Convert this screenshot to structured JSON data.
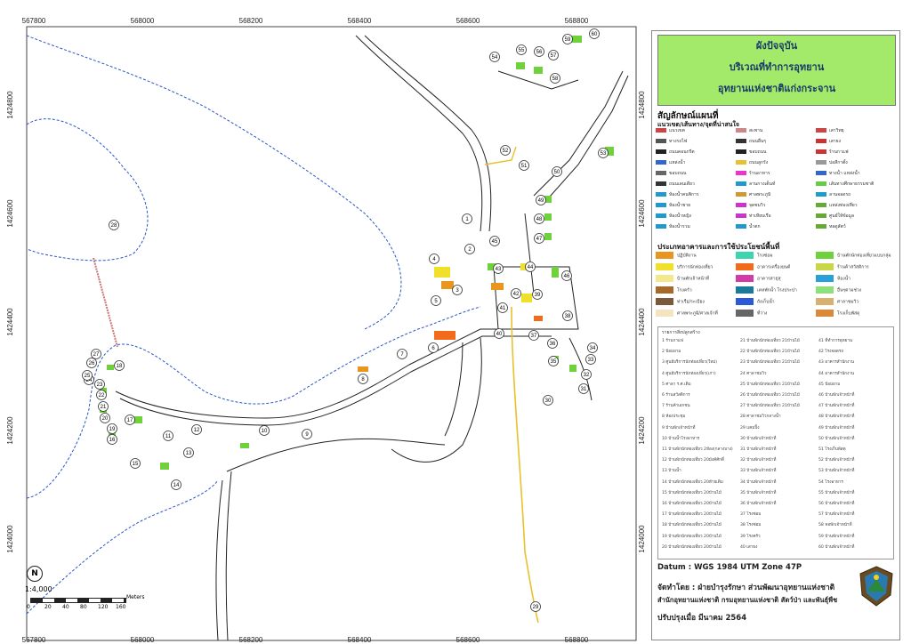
{
  "grid": {
    "x_labels": [
      "567800",
      "568000",
      "568200",
      "568400",
      "568600",
      "568800"
    ],
    "y_labels": [
      "1424800",
      "1424600",
      "1424400",
      "1424200",
      "1424000"
    ]
  },
  "map_numbers": [
    "1",
    "2",
    "3",
    "4",
    "5",
    "6",
    "7",
    "8",
    "9",
    "10",
    "11",
    "12",
    "13",
    "14",
    "15",
    "16",
    "17",
    "18",
    "19",
    "20",
    "21",
    "22",
    "23",
    "24",
    "25",
    "26",
    "27",
    "28",
    "29",
    "30",
    "31",
    "32",
    "33",
    "34",
    "35",
    "36",
    "37",
    "38",
    "39",
    "40",
    "41",
    "42",
    "43",
    "44",
    "45",
    "46",
    "47",
    "48",
    "49",
    "50",
    "51",
    "52",
    "53",
    "54",
    "55",
    "56",
    "57",
    "58",
    "59",
    "60"
  ],
  "north_label": "N",
  "scale": {
    "ratio": "1:4,000",
    "ticks": [
      "0",
      "20",
      "40",
      "80",
      "120",
      "160"
    ],
    "unit": "Meters"
  },
  "title": {
    "line1": "ผังปัจจุบัน",
    "line2": "บริเวณที่ทำการอุทยาน",
    "line3": "อุทยานแห่งชาติแก่งกระจาน"
  },
  "legend": {
    "heading": "สัญลักษณ์แผนที่",
    "subheading": "แนวเขต/เส้นทาง/จุดที่น่าสนใจ",
    "symbols": [
      {
        "label": "แนวเขต",
        "color": "#c44"
      },
      {
        "label": "สะพาน",
        "color": "#c88"
      },
      {
        "label": "เสาวิทยุ",
        "color": "#c44"
      },
      {
        "label": "ทางรถไฟ",
        "color": "#555"
      },
      {
        "label": "ถนนอื่นๆ",
        "color": "#333"
      },
      {
        "label": "เสาธง",
        "color": "#c33"
      },
      {
        "label": "ถนนคอนกรีต",
        "color": "#222"
      },
      {
        "label": "ขอบถนน",
        "color": "#222"
      },
      {
        "label": "ร้านกาแฟ",
        "color": "#c33"
      },
      {
        "label": "แหล่งน้ำ",
        "color": "#36c"
      },
      {
        "label": "ถนนลูกรัง",
        "color": "#e8c030"
      },
      {
        "label": "บ่อสีกาตั้ง",
        "color": "#999"
      },
      {
        "label": "ขอบถนน",
        "color": "#666"
      },
      {
        "label": "ร้านอาหาร",
        "color": "#e3c"
      },
      {
        "label": "ทางน้ำ แหล่งน้ำ",
        "color": "#36c"
      },
      {
        "label": "ถนนเลนเดียว",
        "color": "#333"
      },
      {
        "label": "ลานกางเต็นท์",
        "color": "#29c"
      },
      {
        "label": "เส้นทางศึกษาธรรมชาติ",
        "color": "#6c4"
      },
      {
        "label": "ห้องน้ำคนพิการ",
        "color": "#29c"
      },
      {
        "label": "ศาลพระภูมิ",
        "color": "#c93"
      },
      {
        "label": "ลานจอดรถ",
        "color": "#29c"
      },
      {
        "label": "ห้องน้ำชาย",
        "color": "#29c"
      },
      {
        "label": "จุดชมวิว",
        "color": "#c3c"
      },
      {
        "label": "แหล่งท่องเที่ยว",
        "color": "#6a3"
      },
      {
        "label": "ห้องน้ำหญิง",
        "color": "#29c"
      },
      {
        "label": "ท่าเทียบเรือ",
        "color": "#c3c"
      },
      {
        "label": "ศูนย์ให้ข้อมูล",
        "color": "#6a3"
      },
      {
        "label": "ห้องน้ำรวม",
        "color": "#29c"
      },
      {
        "label": "น้ำตก",
        "color": "#29c"
      },
      {
        "label": "หอดูสัตว์",
        "color": "#6a3"
      }
    ],
    "landuse_heading": "ประเภทอาคารและการใช้ประโยชน์พื้นที่",
    "landuse": [
      {
        "label": "ปฏิบัติงาน",
        "color": "#e8961e"
      },
      {
        "label": "โรงซ่อม",
        "color": "#3bd6b0"
      },
      {
        "label": "บ้านพักนักท่องเที่ยวแบบกลุ่ม",
        "color": "#6fd13c"
      },
      {
        "label": "บริการนักท่องเที่ยว",
        "color": "#f0e02a"
      },
      {
        "label": "อาคารเครื่องยนต์",
        "color": "#f26a1b"
      },
      {
        "label": "ร้านค้าสวัสดิการ",
        "color": "#c9d64a"
      },
      {
        "label": "บ้านพักเจ้าหน้าที่",
        "color": "#f3e98c"
      },
      {
        "label": "อาคารสาธุสุ",
        "color": "#d23aa8"
      },
      {
        "label": "ห้องน้ำ",
        "color": "#2aa0d8"
      },
      {
        "label": "โรงครัว",
        "color": "#a36a2a"
      },
      {
        "label": "เคหพักน้ำ โรงประปา",
        "color": "#1a7a9a"
      },
      {
        "label": "อื่นๆตามช่วง",
        "color": "#8ee07a"
      },
      {
        "label": "ท่าเรือ/ระเบียง",
        "color": "#7a5a3a"
      },
      {
        "label": "ถังเก็บน้ำ",
        "color": "#2a5ad8"
      },
      {
        "label": "ศาลาชมวิว",
        "color": "#d8b070"
      },
      {
        "label": "ศาลพระภูมิ/ศาลเจ้าที่",
        "color": "#f5e4c0"
      },
      {
        "label": "ที่ว่าง",
        "color": "#666"
      },
      {
        "label": "โรงเก็บพัสดุ",
        "color": "#d88a3a"
      }
    ],
    "building_heading": "รายการสิ่งปลูกสร้าง",
    "buildings": [
      "1 ร้านกาแฟ",
      "2 ป้อมยาม",
      "3 ศูนย์บริการนักท่องเที่ยว(ใหม่)",
      "4 ศูนย์บริการนักท่องเที่ยว(เก่า)",
      "5 ศาลา ร.ศ.เดิม",
      "6 ร้านสวัสดิการ",
      "7 ร้านค้าเอกชน",
      "8 ห้องประชุม",
      "9 บ้านพักเจ้าหน้าที่",
      "10 บ้านน้ำโรงอาหาร",
      "11 บ้านพักนักท่องเที่ยว 2ห้อง(กลางบาง)",
      "12 บ้านพักนักท่องเที่ยว 20ม้งค์ศักดิ์",
      "13 บ้านน้ำ",
      "14 บ้านพักนักท่องเที่ยว 20ท้ายเดิม",
      "15 บ้านพักนักท่องเที่ยว 20บ้านไม้",
      "16 บ้านพักนักท่องเที่ยว 20บ้านไม้",
      "17 บ้านพักนักท่องเที่ยว 20บ้านไม้",
      "18 บ้านพักนักท่องเที่ยว 20บ้านไม้",
      "19 บ้านพักนักท่องเที่ยว 20บ้านไม้",
      "20 บ้านพักนักท่องเที่ยว 20บ้านไม้",
      "21 บ้านพักนักท่องเที่ยว 21บ้านไม้",
      "22 บ้านพักนักท่องเที่ยว 21บ้านไม้",
      "23 บ้านพักนักท่องเที่ยว 21บ้านไม้",
      "24 ศาลาชมวิว",
      "25 บ้านพักนักท่องเที่ยว 21บ้านไม้",
      "26 บ้านพักนักท่องเที่ยว 21บ้านไม้",
      "27 บ้านพักนักท่องเที่ยว 21บ้านไม้",
      "28 ศาลาชมวิวกลางน้ำ",
      "29 แคมปิ้ง",
      "30 บ้านพักเจ้าหน้าที่",
      "31 บ้านพักเจ้าหน้าที่",
      "32 บ้านพักเจ้าหน้าที่",
      "33 บ้านพักเจ้าหน้าที่",
      "34 บ้านพักเจ้าหน้าที่",
      "35 บ้านพักเจ้าหน้าที่",
      "36 บ้านพักเจ้าหน้าที่",
      "37 โรงซ่อม",
      "38 โรงซ่อม",
      "39 โรงครัว",
      "40 เสาธง",
      "41 ที่ทำการอุทยาน",
      "42 โรงจอดรถ",
      "43 อาคารสำนักงาน",
      "44 อาคารสำนักงาน",
      "45 ป้อมยาม",
      "46 บ้านพักเจ้าหน้าที่",
      "47 บ้านพักเจ้าหน้าที่",
      "48 บ้านพักเจ้าหน้าที่",
      "49 บ้านพักเจ้าหน้าที่",
      "50 บ้านพักเจ้าหน้าที่",
      "51 โรงเก็บพัสดุ",
      "52 บ้านพักเจ้าหน้าที่",
      "53 บ้านพักเจ้าหน้าที่",
      "54 โรงอาหาร",
      "55 บ้านพักเจ้าหน้าที่",
      "56 บ้านพักเจ้าหน้าที่",
      "57 บ้านพักเจ้าหน้าที่",
      "58 หอพักเจ้าหน้าที่",
      "59 บ้านพักเจ้าหน้าที่",
      "60 บ้านพักเจ้าหน้าที่"
    ]
  },
  "footer": {
    "datum": "Datum  : WGS 1984 UTM Zone 47P",
    "made_by": "จัดทำโดย  : ฝ่ายบำรุงรักษา ส่วนพัฒนาอุทยานแห่งชาติ",
    "office": "สำนักอุทยานแห่งชาติ  กรมอุทยานแห่งชาติ สัตว์ป่า และพันธุ์พืช",
    "updated": "ปรับปรุงเมื่อ มีนาคม 2564"
  },
  "colors": {
    "water": "#2a55c8",
    "road": "#222",
    "panel_title": "#a4ea6a",
    "gravel": "#e8c030"
  }
}
